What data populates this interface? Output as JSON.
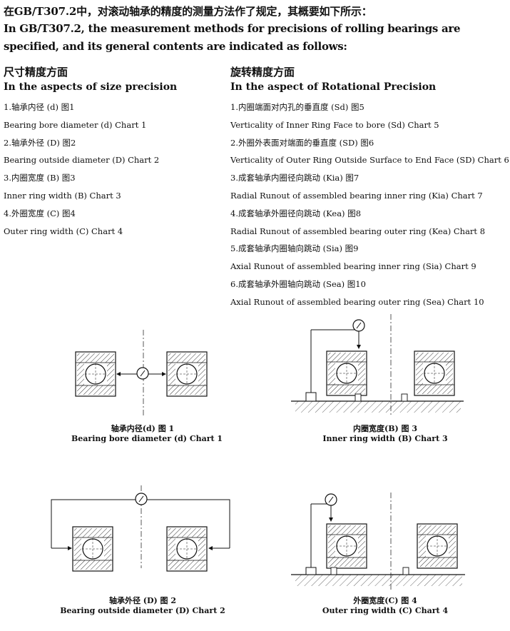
{
  "intro": {
    "cn": "在GB/T307.2中，对滚动轴承的精度的测量方法作了规定，其概要如下所示：",
    "en": "In GB/T307.2, the measurement methods for precisions of rolling bearings are specified, and its general contents are indicated as follows:"
  },
  "size": {
    "heading_cn": "尺寸精度方面",
    "heading_en": "In the aspects of size precision",
    "items": [
      "1.轴承内径 (d) 图1",
      "Bearing bore diameter (d) Chart 1",
      "2.轴承外径 (D) 图2",
      "Bearing outside diameter (D) Chart 2",
      "3.内圈宽度 (B) 图3",
      "Inner ring width (B) Chart 3",
      "4.外圈宽度 (C) 图4",
      "Outer ring width (C) Chart 4"
    ]
  },
  "rotation": {
    "heading_cn": "旋转精度方面",
    "heading_en": "In the aspect of Rotational Precision",
    "items": [
      "1.内圈端面对内孔的垂直度 (Sd) 图5",
      "Verticality of Inner Ring Face to bore (Sd) Chart 5",
      "2.外圈外表面对端面的垂直度 (SD) 图6",
      " Verticality of Outer Ring Outside Surface to End Face (SD) Chart 6",
      "3.成套轴承内圈径向跳动 (Kia) 图7",
      "Radial Runout of assembled bearing inner ring (Kia) Chart 7",
      "4.成套轴承外圈径向跳动 (Kea) 图8",
      "Radial Runout of assembled bearing outer ring (Kea) Chart 8",
      "5.成套轴承内圈轴向跳动 (Sia) 图9",
      "Axial Runout of assembled bearing inner ring (Sia) Chart 9",
      "6.成套轴承外圈轴向跳动 (Sea) 图10",
      "Axial Runout of assembled bearing outer ring (Sea) Chart 10"
    ]
  },
  "figures": {
    "fig1": {
      "cn": "轴承内径(d) 图 1",
      "en": "Bearing bore diameter (d) Chart 1"
    },
    "fig3": {
      "cn": "内圈宽度(B) 图 3",
      "en": "Inner ring width (B) Chart  3"
    },
    "fig2": {
      "cn": "轴承外径  (D) 图 2",
      "en": "Bearing outside diameter (D) Chart  2"
    },
    "fig4": {
      "cn": "外圈宽度(C) 图 4",
      "en": "Outer ring width (C) Chart  4"
    }
  }
}
